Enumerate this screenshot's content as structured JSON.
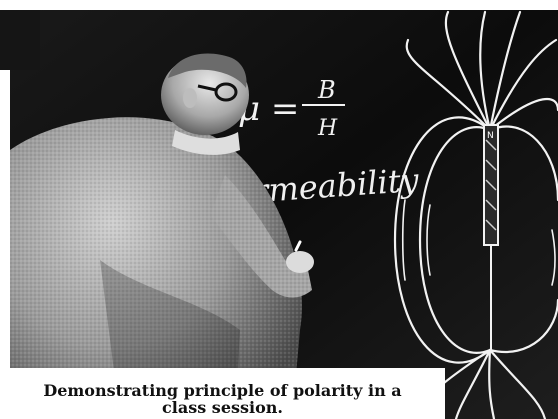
{
  "photo": {
    "board_formula": {
      "left": "μ =",
      "numerator": "B",
      "denominator": "H"
    },
    "board_word": "Permeability",
    "bar_pole_label": "N"
  },
  "caption": {
    "line1": "Demonstrating principle of polarity in a",
    "line2": "class session."
  }
}
